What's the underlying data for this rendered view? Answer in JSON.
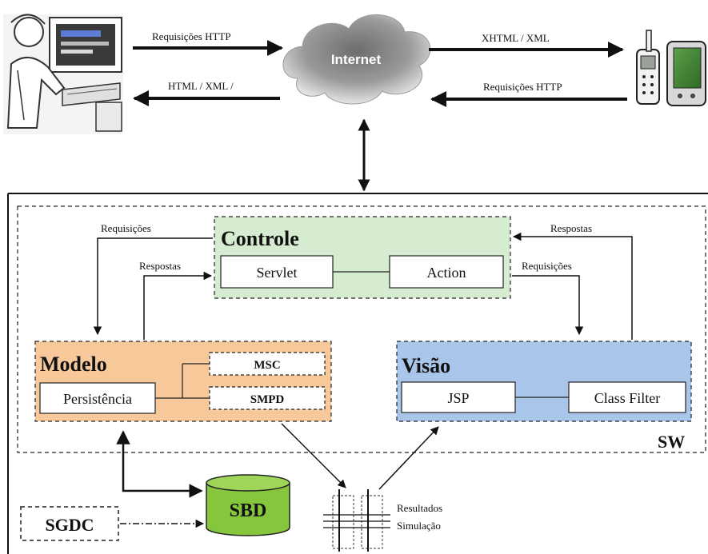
{
  "internet": {
    "label": "Internet"
  },
  "top_links": {
    "client_request": "Requisições HTTP",
    "client_response": "HTML / XML /",
    "mobile_response": "XHTML / XML",
    "mobile_request": "Requisições HTTP"
  },
  "sw_label": "SW",
  "controle": {
    "title": "Controle",
    "servlet": "Servlet",
    "action": "Action"
  },
  "modelo": {
    "title": "Modelo",
    "persistencia": "Persistência",
    "msc": "MSC",
    "smpd": "SMPD"
  },
  "visao": {
    "title": "Visão",
    "jsp": "JSP",
    "class_filter": "Class Filter"
  },
  "flows": {
    "left_requisicoes": "Requisições",
    "left_respostas": "Respostas",
    "right_respostas": "Respostas",
    "right_requisicoes": "Requisições"
  },
  "sbd": "SBD",
  "sgdc": "SGDC",
  "resultados": {
    "line1": "Resultados",
    "line2": "Simulação"
  },
  "colors": {
    "controle_fill": "#d6ecd0",
    "modelo_fill": "#f7c89a",
    "visao_fill": "#a9c6ea",
    "sbd_fill": "#86c63c",
    "border": "#222222"
  }
}
